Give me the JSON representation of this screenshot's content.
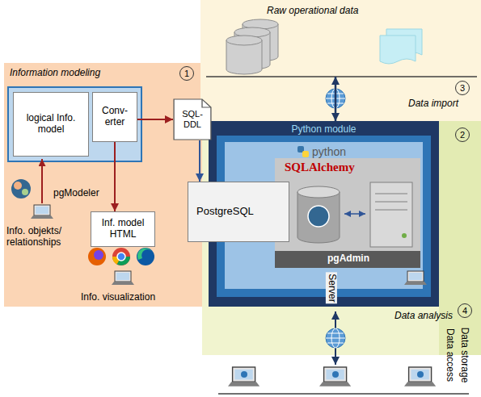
{
  "diagram": {
    "nodes": [
      {
        "text": [
          "Information modeling"
        ]
      },
      {
        "text": [
          "logical Info. model"
        ],
        "in": 0
      },
      {
        "text": [
          "Conv- erter"
        ],
        "in": 0
      },
      {
        "text": [
          "Inf. model HTML"
        ],
        "in": 0
      },
      {
        "text": [
          "SQL- DDL"
        ]
      },
      {
        "text": [
          "Raw operational data"
        ]
      },
      {
        "text": [
          "Data analysis"
        ]
      },
      {
        "text": [
          "Python module"
        ],
        "in": 6
      },
      {
        "text": [
          "PostgreSQL"
        ],
        "in": 7
      }
    ],
    "edges": [
      {
        "from": 2,
        "to": 4,
        "arrow": "to"
      },
      {
        "from": 2,
        "to": 3,
        "arrow": "to"
      },
      {
        "from": 4,
        "to": 8,
        "arrow": "to"
      },
      {
        "from": 5,
        "to": 7,
        "arrow": "both"
      }
    ],
    "labels": [
      "1",
      "pgModeler",
      "Info. objekts/ relationships",
      "Info. visualization",
      "3",
      "Data import",
      "2",
      "python",
      "SQLAlchemy",
      "pgAdmin",
      "Server",
      "4",
      "Data storage",
      "Data access"
    ]
  }
}
